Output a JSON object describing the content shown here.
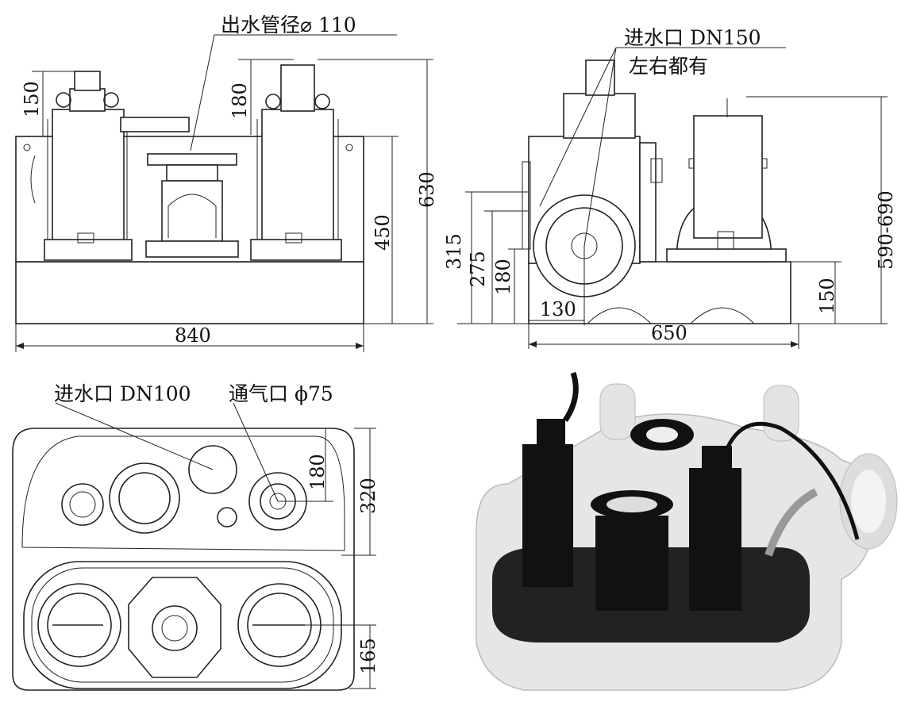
{
  "front_view": {
    "outlet_label": "出水管径⌀ 110",
    "dim_height_overall": "630",
    "dim_height_body": "450",
    "dim_top_left": "150",
    "dim_top_right": "180",
    "dim_width": "840"
  },
  "side_view": {
    "inlet_label_line1": "进水口 DN150",
    "inlet_label_line2": "左右都有",
    "dim_height_range": "590-690",
    "dim_315": "315",
    "dim_275": "275",
    "dim_180": "180",
    "dim_130": "130",
    "dim_150": "150",
    "dim_width": "650"
  },
  "top_view": {
    "inlet_label": "进水口 DN100",
    "vent_label": "通气口 ϕ75",
    "dim_180": "180",
    "dim_320": "320",
    "dim_165": "165"
  },
  "colors": {
    "line": "#222222",
    "pump_body": "#111111",
    "tank": "#e6e6e6"
  }
}
